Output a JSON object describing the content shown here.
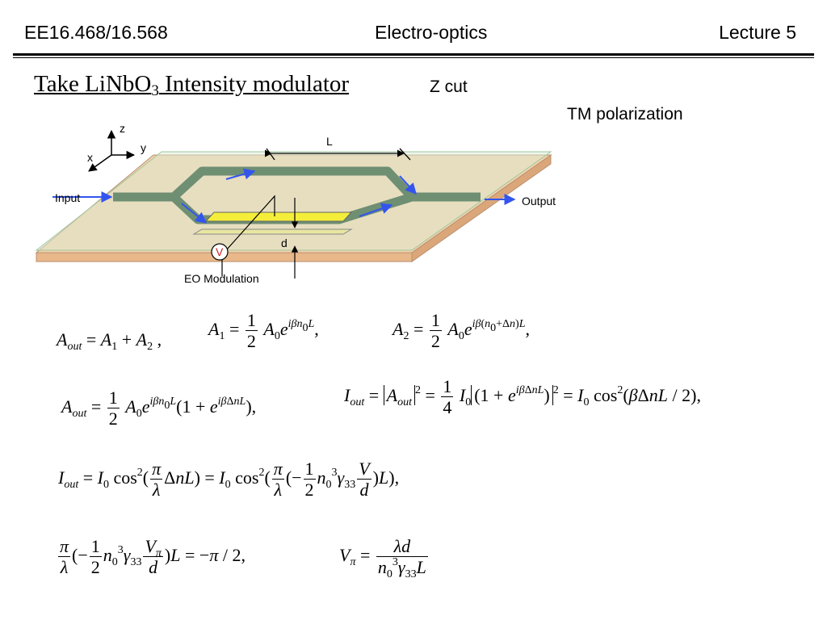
{
  "header": {
    "left": "EE16.468/16.568",
    "center": "Electro-optics",
    "right": "Lecture 5"
  },
  "slide": {
    "title": "Take LiNbO",
    "title_sub": "3",
    "title_rest": " Intensity modulator",
    "z_cut": "Z cut",
    "polarization": "TM polarization"
  },
  "figure": {
    "axis_z": "z",
    "axis_y": "y",
    "axis_x": "x",
    "length_label": "L",
    "input_label": "Input",
    "output_label": "Output",
    "gap_label": "d",
    "voltage_label": "V",
    "modulation_label": "EO Modulation"
  },
  "equations": {
    "eq1": "A_out = A_1 + A_2",
    "eq2": "A_1 = (1/2) A_0 e^{i β n_0 L}",
    "eq3": "A_2 = (1/2) A_0 e^{i β (n_0 + Δn) L}",
    "eq4": "A_out = (1/2) A_0 e^{i β n_0 L} (1 + e^{i β Δn L})",
    "eq5": "I_out = |A_out|^2 = (1/4) I_0 |(1 + e^{i β Δn L})|^2 = I_0 cos^2(β Δn L / 2)",
    "eq6": "I_out = I_0 cos^2((π/λ) Δn L) = I_0 cos^2((π/λ)(−(1/2) n_0^3 γ_33 V/d) L)",
    "eq7": "(π/λ)(−(1/2) n_0^3 γ_33 V_π/d) L = −π/2",
    "eq8": "V_π = λd / (n_0^3 γ_33 L)"
  },
  "colors": {
    "substrate_top": "#f3d3ae",
    "substrate_side": "#e9b88a",
    "glass": "#d9ecd6",
    "waveguide": "#6f8f73",
    "electrode": "#f4ee3a",
    "arrow": "#3355ee",
    "voltage_circle": "#cc2222"
  }
}
